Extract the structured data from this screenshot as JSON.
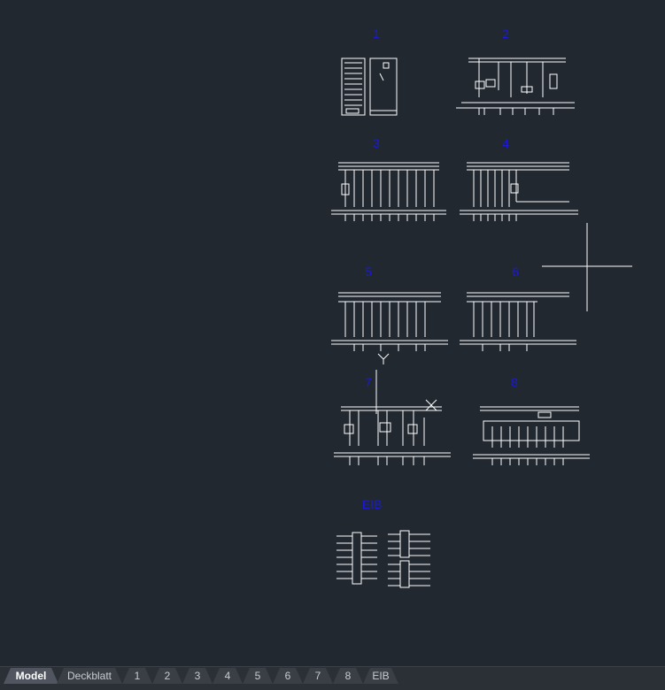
{
  "sheets": [
    {
      "label": "1"
    },
    {
      "label": "2"
    },
    {
      "label": "3"
    },
    {
      "label": "4"
    },
    {
      "label": "5"
    },
    {
      "label": "6"
    },
    {
      "label": "7"
    },
    {
      "label": "8"
    },
    {
      "label": "EIB"
    }
  ],
  "tabs": [
    {
      "label": "Model",
      "active": true
    },
    {
      "label": "Deckblatt"
    },
    {
      "label": "1"
    },
    {
      "label": "2"
    },
    {
      "label": "3"
    },
    {
      "label": "4"
    },
    {
      "label": "5"
    },
    {
      "label": "6"
    },
    {
      "label": "7"
    },
    {
      "label": "8"
    },
    {
      "label": "EIB"
    }
  ],
  "colors": {
    "background": "#212830",
    "sheet_label": "#1a1ad8",
    "drawing_lines": "#ffffff",
    "tab_bar": "#2b2f36"
  },
  "icons": [
    "crosshair-cursor-icon",
    "ucs-y-axis-icon"
  ]
}
